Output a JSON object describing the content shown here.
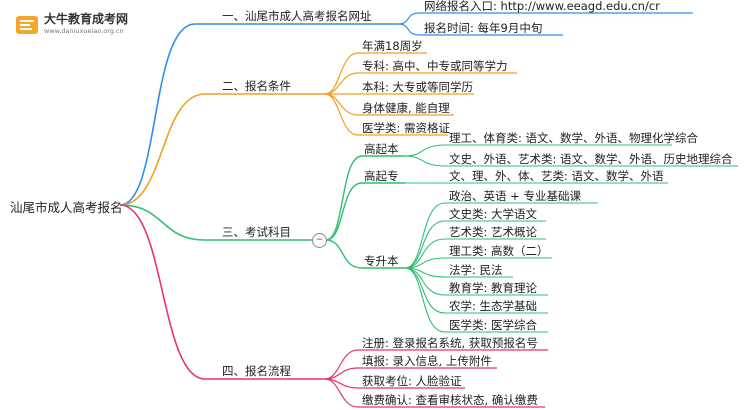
{
  "logo": {
    "name": "大牛教育成考网",
    "url": "www.daniuxueiao.org.cn"
  },
  "root": "汕尾市成人高考报名",
  "branches": {
    "b1": {
      "label": "一、汕尾市成人高考报名网址",
      "items": [
        "网络报名入口: http://www.eeagd.edu.cn/cr",
        "报名时间: 每年9月中旬"
      ]
    },
    "b2": {
      "label": "二、报名条件",
      "items": [
        "年满18周岁",
        "专科: 高中、中专或同等学力",
        "本科: 大专或等同学历",
        "身体健康, 能自理",
        "医学类: 需资格证"
      ]
    },
    "b3": {
      "label": "三、考试科目",
      "collapse": "−",
      "gqb": {
        "label": "高起本",
        "items": [
          "理工、体育类: 语文、数学、外语、物理化学综合",
          "文史、外语、艺术类: 语文、数学、外语、历史地理综合"
        ]
      },
      "gqz": {
        "label": "高起专",
        "items": [
          "文、理、外、体、艺类: 语文、数学、外语"
        ]
      },
      "zsb": {
        "label": "专升本",
        "items": [
          "政治、英语 + 专业基础课",
          "文史类: 大学语文",
          "艺术类: 艺术概论",
          "理工类: 高数（二）",
          "法学: 民法",
          "教育学: 教育理论",
          "农学: 生态学基础",
          "医学类: 医学综合"
        ]
      }
    },
    "b4": {
      "label": "四、报名流程",
      "items": [
        "注册: 登录报名系统, 获取预报名号",
        "填报: 录入信息, 上传附件",
        "获取考位: 人脸验证",
        "缴费确认: 查看审核状态, 确认缴费"
      ]
    }
  },
  "colors": {
    "b1": "#2f8fe8",
    "b2": "#f0a020",
    "b3": "#2fbf72",
    "b4": "#e8317a"
  }
}
